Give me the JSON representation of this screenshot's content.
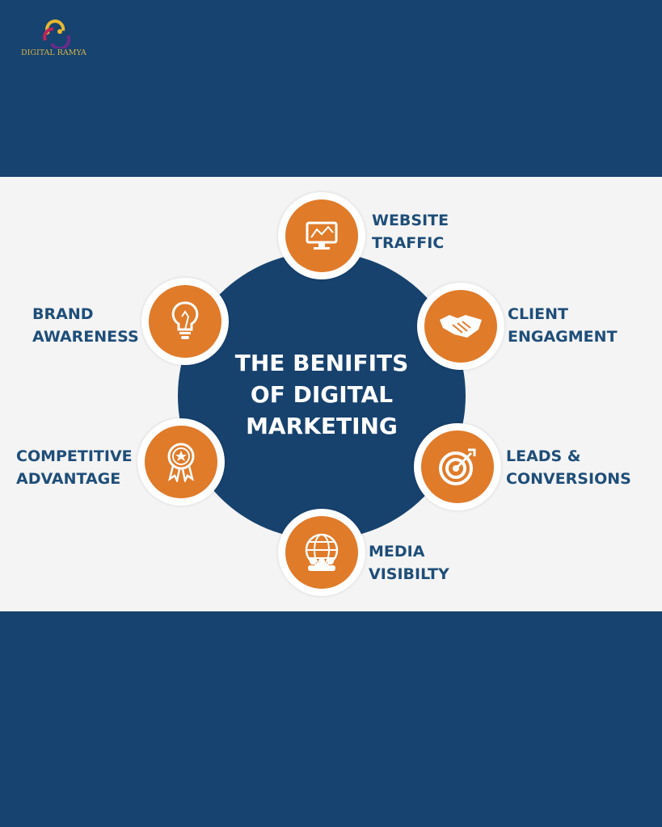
{
  "brand": {
    "logo_text": "DIGITAL RAMYA"
  },
  "hub": {
    "title_lines": [
      "THE BENIFITS",
      "OF DIGITAL",
      "MARKETING"
    ]
  },
  "benefits": [
    {
      "line1": "WEBSITE",
      "line2": "TRAFFIC",
      "icon": "monitor-icon"
    },
    {
      "line1": "CLIENT",
      "line2": "ENGAGMENT",
      "icon": "handshake-icon"
    },
    {
      "line1": "LEADS &",
      "line2": "CONVERSIONS",
      "icon": "target-icon"
    },
    {
      "line1": "MEDIA",
      "line2": "VISIBILTY",
      "icon": "globe-people-icon"
    },
    {
      "line1": "COMPETITIVE",
      "line2": "ADVANTAGE",
      "icon": "award-badge-icon"
    },
    {
      "line1": "BRAND",
      "line2": "AWARENESS",
      "icon": "lightbulb-icon"
    }
  ],
  "colors": {
    "navy": "#16436f",
    "orange": "#e07b2a",
    "text": "#1f4e79"
  }
}
